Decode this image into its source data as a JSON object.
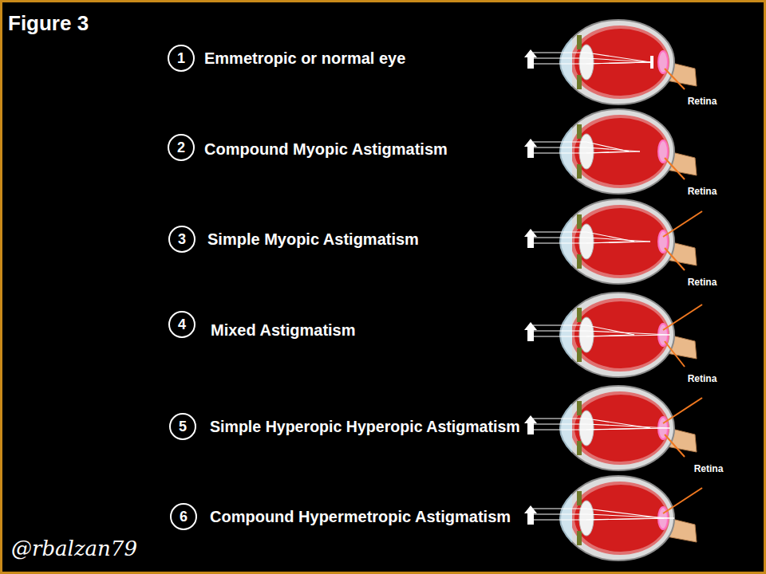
{
  "diagram": {
    "title": "Figure 3",
    "nodes": [
      {
        "text": [
          "1"
        ]
      },
      {
        "text": [
          "2"
        ]
      },
      {
        "text": [
          "3"
        ]
      },
      {
        "text": [
          "4"
        ]
      },
      {
        "text": [
          "5"
        ]
      },
      {
        "text": [
          "6"
        ]
      }
    ],
    "labels": [
      "Emmetropic or normal eye",
      "Retina",
      "Compound Myopic Astigmatism",
      "Retina",
      "Simple Myopic Astigmatism",
      "Retina",
      "Mixed Astigmatism",
      "Retina",
      "Simple Hyperopic Hyperopic Astigmatism",
      "Retina",
      "Compound Hypermetropic Astigmatism",
      "@rbalzan79"
    ]
  }
}
